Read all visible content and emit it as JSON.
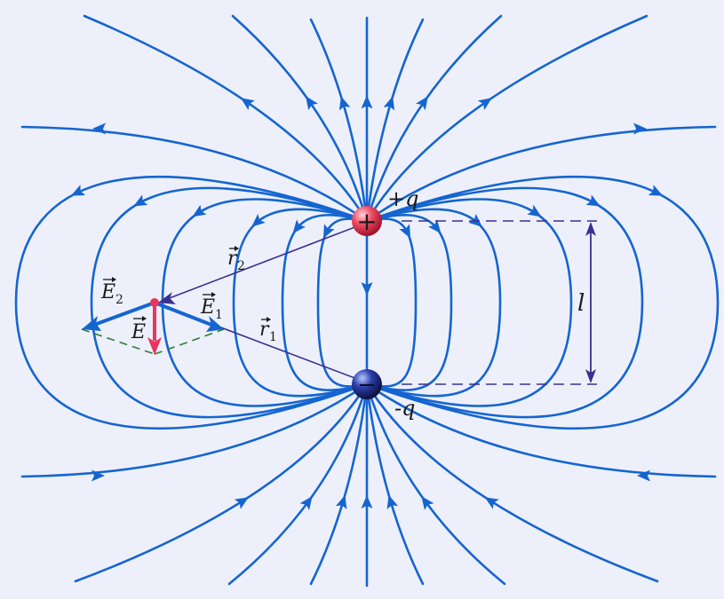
{
  "diagram": {
    "labels": {
      "plus_q": "+q",
      "minus_q": "-q",
      "separation": "l",
      "r1": "r",
      "r1_sub": "1",
      "r2": "r",
      "r2_sub": "2",
      "E": "E",
      "E1": "E",
      "E1_sub": "1",
      "E2": "E",
      "E2_sub": "2",
      "plus_sign": "+",
      "minus_sign": "−"
    },
    "colors": {
      "background": "#edf0fb",
      "field_line": "#1565d0",
      "positive_charge": "#e8364f",
      "negative_charge": "#1c2a78",
      "resultant_vector": "#e8365f",
      "dimension_line": "#3b2f8f",
      "construction_line": "#2e7d32"
    },
    "icons": [
      "positive-charge-sphere",
      "negative-charge-sphere"
    ]
  }
}
